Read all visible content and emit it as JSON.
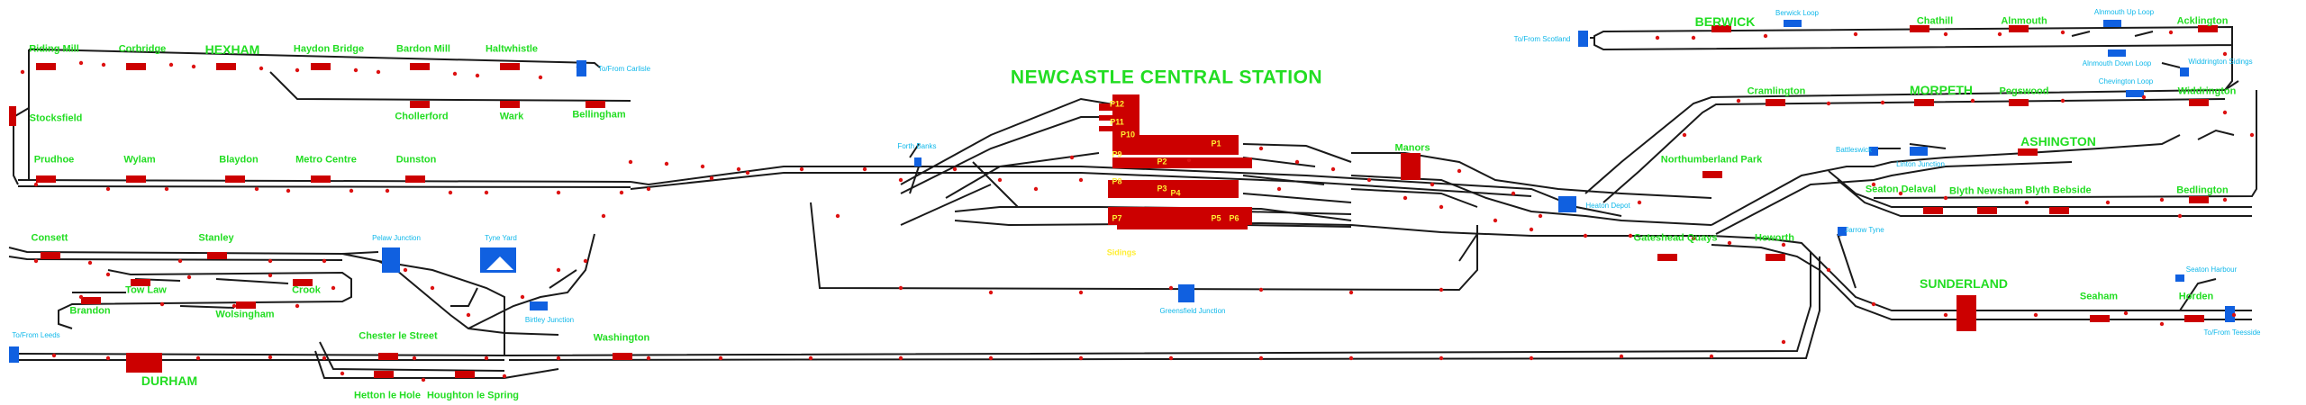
{
  "title": "NEWCASTLE CENTRAL STATION",
  "colors": {
    "track": "#1a1a1a",
    "signal": "#dd1111",
    "station": "#cc0000",
    "label": "#22dd22",
    "fiddle": "#1060e0",
    "fiddle_label": "#10b8ea",
    "platform_label": "#ffee33"
  },
  "stations": {
    "riding_mill": "Riding Mill",
    "corbridge": "Corbridge",
    "hexham": "HEXHAM",
    "haydon_bridge": "Haydon Bridge",
    "bardon_mill": "Bardon Mill",
    "haltwhistle": "Haltwhistle",
    "chollerford": "Chollerford",
    "wark": "Wark",
    "bellingham": "Bellingham",
    "stocksfield": "Stocksfield",
    "prudhoe": "Prudhoe",
    "wylam": "Wylam",
    "blaydon": "Blaydon",
    "metro_centre": "Metro Centre",
    "dunston": "Dunston",
    "consett": "Consett",
    "stanley": "Stanley",
    "tow_law": "Tow Law",
    "crook": "Crook",
    "brandon": "Brandon",
    "wolsingham": "Wolsingham",
    "durham": "DURHAM",
    "chester_le_street": "Chester le Street",
    "washington": "Washington",
    "hetton_le_hole": "Hetton le Hole",
    "houghton_le_spring": "Houghton le Spring",
    "manors": "Manors",
    "berwick": "BERWICK",
    "chathill": "Chathill",
    "alnmouth": "Alnmouth",
    "acklington": "Acklington",
    "cramlington": "Cramlington",
    "morpeth": "MORPETH",
    "pegswood": "Pegswood",
    "widdrington": "Widdrington",
    "ashington": "ASHINGTON",
    "northumberland_park": "Northumberland Park",
    "seaton_delaval": "Seaton Delaval",
    "blyth_newsham": "Blyth Newsham",
    "blyth_bebside": "Blyth Bebside",
    "bedlington": "Bedlington",
    "gateshead_quays": "Gateshead Quays",
    "heworth": "Heworth",
    "sunderland": "SUNDERLAND",
    "seaham": "Seaham",
    "horden": "Horden"
  },
  "fiddle_yards": {
    "carlisle": "To/From Carlisle",
    "scotland": "To/From Scotland",
    "leeds": "To/From Leeds",
    "teesside": "To/From Teesside",
    "forth_banks": "Forth Banks",
    "pelaw_junction": "Pelaw Junction",
    "tyne_yard": "Tyne Yard",
    "birtley_junction": "Birtley Junction",
    "greensfield_junction": "Greensfield Junction",
    "heaton_depot": "Heaton Depot",
    "jarrow_tyne": "Jarrow Tyne",
    "seaton_harbour": "Seaton Harbour",
    "berwick_loop": "Berwick Loop",
    "alnmouth_up_loop": "Alnmouth Up Loop",
    "alnmouth_down_loop": "Alnmouth Down Loop",
    "widdrington_sidings": "Widdrington Sidings",
    "chevington_loop": "Chevington Loop",
    "battleswick": "Battleswick",
    "linton_junction": "Linton Junction"
  },
  "misc": {
    "sidings": "Sidings"
  },
  "platforms": [
    "P12",
    "P11",
    "P10",
    "P9",
    "P8",
    "P7",
    "P1",
    "P2",
    "P3",
    "P4",
    "P5",
    "P6"
  ]
}
